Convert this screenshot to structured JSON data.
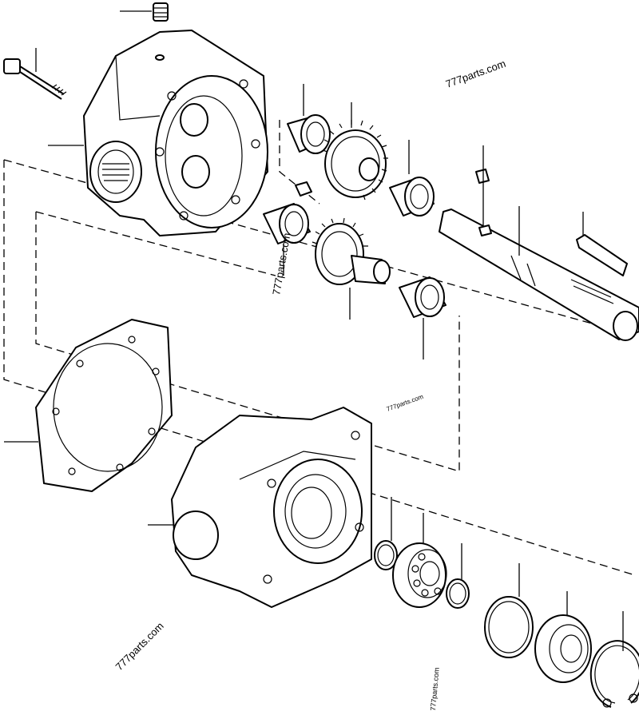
{
  "watermarks": [
    {
      "id": "wm1",
      "text": "777parts.com"
    },
    {
      "id": "wm2",
      "text": "777parts.com"
    },
    {
      "id": "wm3",
      "text": "777parts.com"
    },
    {
      "id": "wm4",
      "text": "777parts.com"
    },
    {
      "id": "wm5",
      "text": "777parts.com"
    }
  ],
  "colors": {
    "line": "#000000",
    "background": "#ffffff"
  }
}
